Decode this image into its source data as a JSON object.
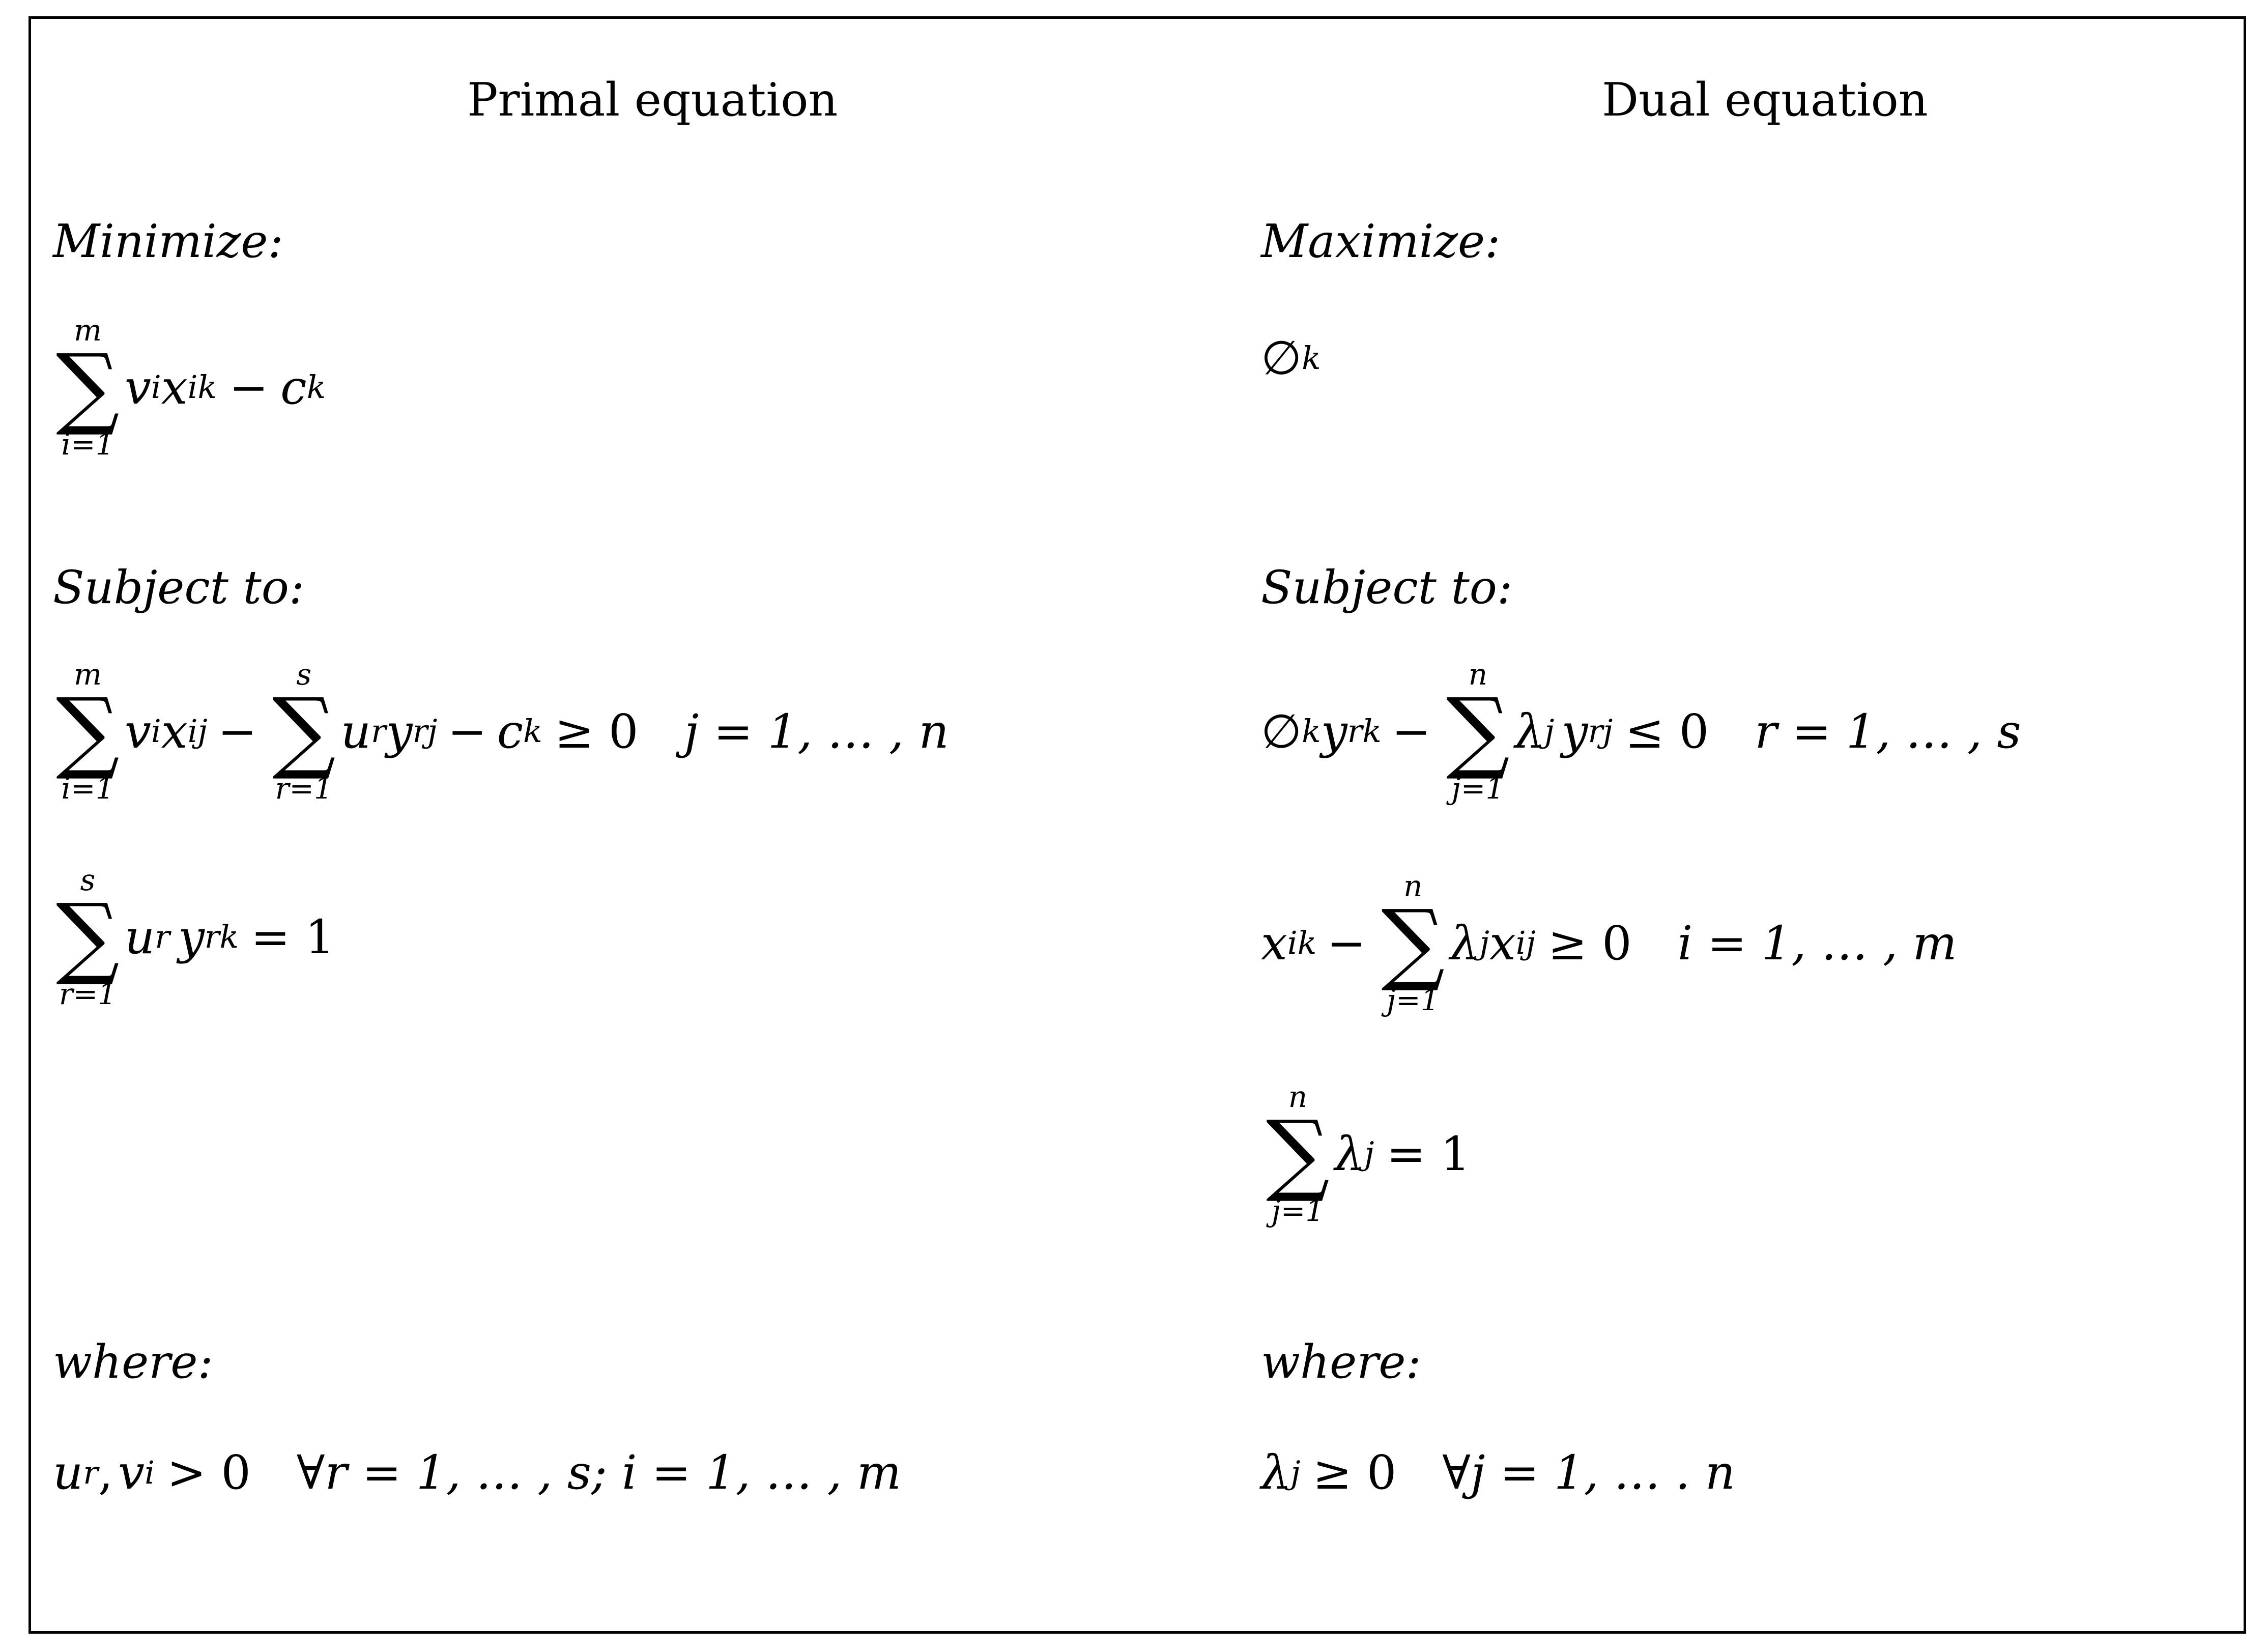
{
  "primal": {
    "title": "Primal equation",
    "minimize_label": "Minimize:",
    "subject_label": "Subject to:",
    "where_label": "where:",
    "objective": {
      "sum_upper": "m",
      "sum_lower": "i=1",
      "v": "v",
      "v_sub": "i",
      "x": "x",
      "x_sub": "ik",
      "minus": "−",
      "c": "c",
      "c_sub": "k"
    },
    "constraint1": {
      "sum1_upper": "m",
      "sum1_lower": "i=1",
      "v": "v",
      "v_sub": "i",
      "x": "x",
      "x_sub": "ij",
      "minus1": "−",
      "sum2_upper": "s",
      "sum2_lower": "r=1",
      "u": "u",
      "u_sub": "r",
      "y": "y",
      "y_sub": "rj",
      "minus2": "−",
      "c": "c",
      "c_sub": "k",
      "rel": "≥ 0",
      "range": "j = 1, … , n"
    },
    "constraint2": {
      "sum_upper": "s",
      "sum_lower": "r=1",
      "u": "u",
      "u_sub": "r",
      "y": "y",
      "y_sub": "rk",
      "rhs": "= 1"
    },
    "where": {
      "u": "u",
      "u_sub": "r",
      "comma": ",",
      "v": "v",
      "v_sub": "i",
      "rel": "> 0",
      "quant": "∀r = 1, … , s; i = 1, … , m"
    }
  },
  "dual": {
    "title": "Dual equation",
    "maximize_label": "Maximize:",
    "subject_label": "Subject to:",
    "where_label": "where:",
    "objective": {
      "phi": "∅",
      "phi_sub": "k"
    },
    "constraint1": {
      "phi": "∅",
      "phi_sub": "k",
      "y": "y",
      "y_sub": "rk",
      "minus": "−",
      "sum_upper": "n",
      "sum_lower": "j=1",
      "lambda": "λ",
      "lambda_sub": "j",
      "y2": "y",
      "y2_sub": "rj",
      "rel": "≤ 0",
      "range": "r = 1, … , s"
    },
    "constraint2": {
      "x": "x",
      "x_sub": "ik",
      "minus": "−",
      "sum_upper": "n",
      "sum_lower": "j=1",
      "lambda": "λ",
      "lambda_sub": "j",
      "x2": "x",
      "x2_sub": "ij",
      "rel": "≥ 0",
      "range": "i = 1, … , m"
    },
    "constraint3": {
      "sum_upper": "n",
      "sum_lower": "j=1",
      "lambda": "λ",
      "lambda_sub": "j",
      "rhs": "= 1"
    },
    "where": {
      "lambda": "λ",
      "lambda_sub": "j",
      "rel": "≥ 0",
      "quant": "∀j = 1, … . n"
    }
  }
}
